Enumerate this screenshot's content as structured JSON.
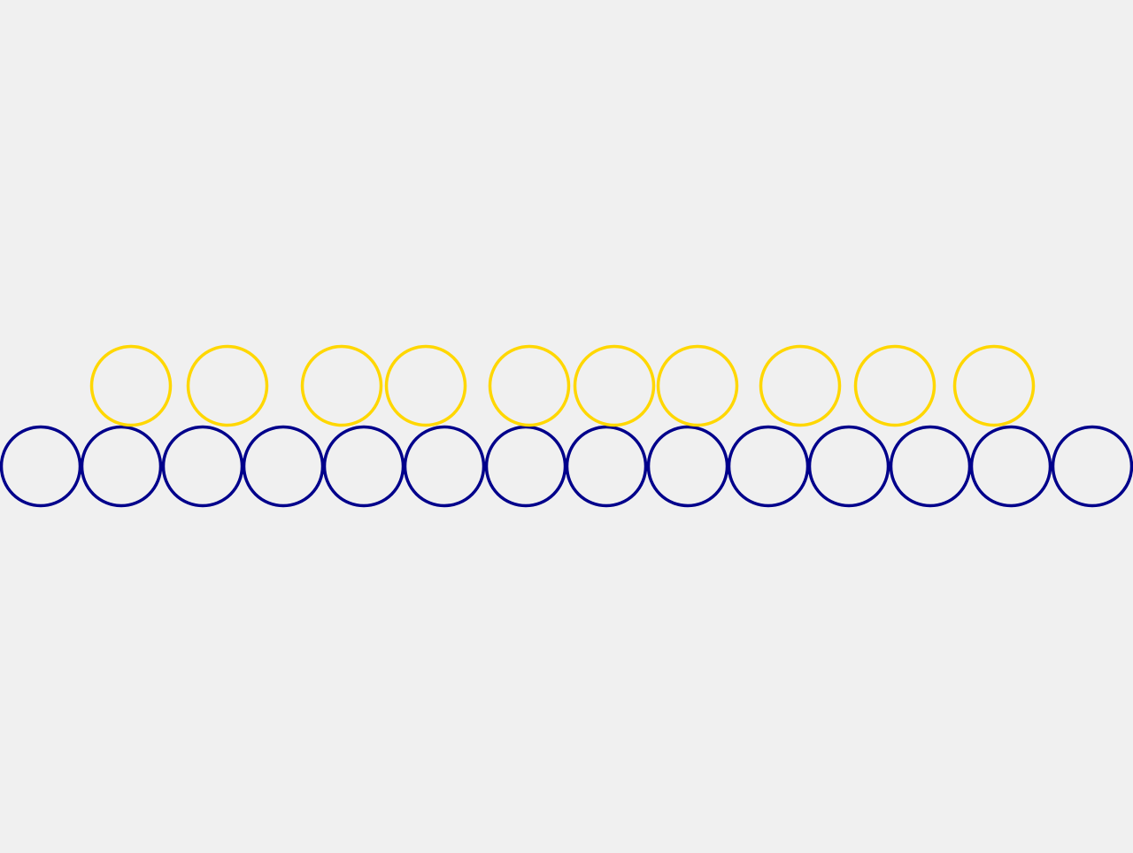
{
  "colors": {
    "background": "#f0f0f0",
    "blue_ring": "#00008b",
    "yellow_ring": "#ffd700"
  },
  "rows": {
    "top": {
      "color_key": "yellow_ring",
      "count": 10
    },
    "bottom": {
      "color_key": "blue_ring",
      "count": 14
    }
  }
}
